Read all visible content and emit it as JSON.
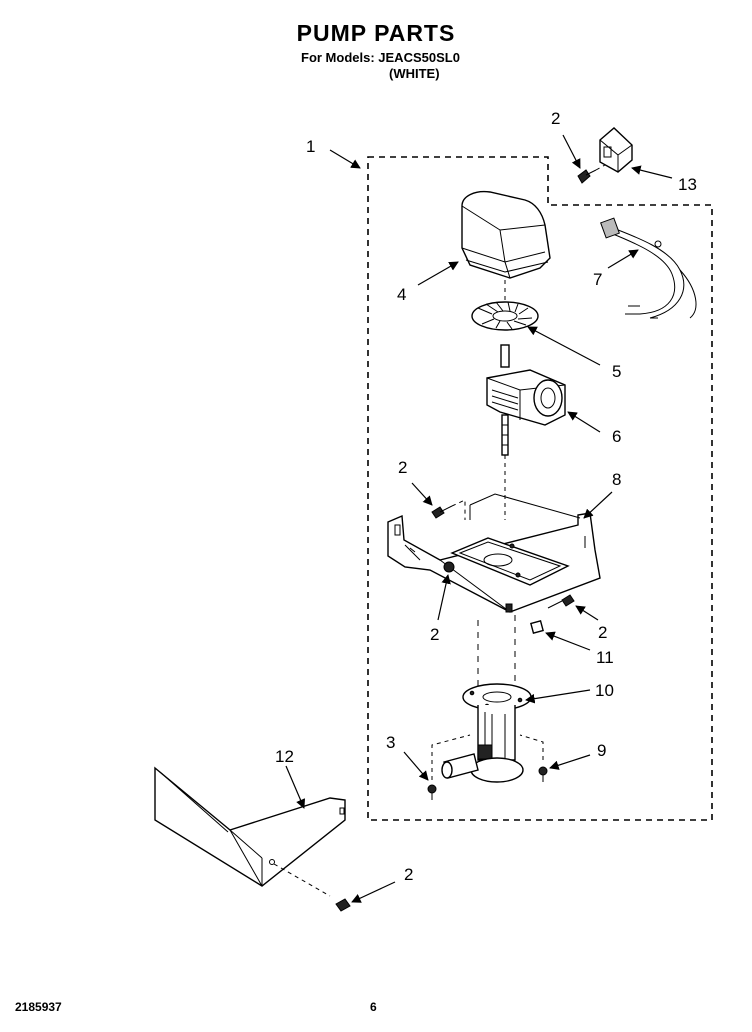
{
  "header": {
    "title": "PUMP PARTS",
    "for_models": "For Models: JEACS50SL0",
    "color_note": "(WHITE)"
  },
  "footer": {
    "doc_number": "2185937",
    "page_number": "6"
  },
  "callouts": [
    "1",
    "2",
    "13",
    "7",
    "4",
    "5",
    "6",
    "2",
    "8",
    "2",
    "2",
    "11",
    "10",
    "3",
    "9",
    "12",
    "2"
  ]
}
